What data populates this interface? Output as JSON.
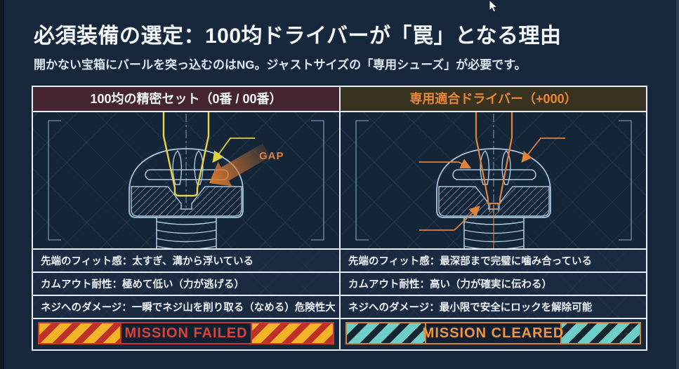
{
  "page": {
    "title": "必須装備の選定：100均ドライバーが「罠」となる理由",
    "subtitle": "開かない宝箱にバールを突っ込むのはNG。ジャストサイズの「専用シューズ」が必要です。"
  },
  "table": {
    "left": {
      "header": "100均の精密セット（0番 / 00番）",
      "gap_label": "GAP",
      "rows": [
        "先端のフィット感：太すぎ、溝から浮いている",
        "カムアウト耐性：極めて低い（力が逃げる）",
        "ネジへのダメージ：一瞬でネジ山を削り取る（なめる）危険性大"
      ],
      "banner": "MISSION FAILED"
    },
    "right": {
      "header": "専用適合ドライバー（+000）",
      "rows": [
        "先端のフィット感：最深部まで完璧に噛み合っている",
        "カムアウト耐性：高い（力が確実に伝わる）",
        "ネジへのダメージ：最小限で安全にロックを解除可能"
      ],
      "banner": "MISSION CLEARED"
    }
  },
  "colors": {
    "background": "#16273b",
    "left_header_bg": "#44252d",
    "right_header_bg": "#383321",
    "right_header_text": "#e8873a",
    "blueprint_line": "#a9c7de",
    "cheap_driver_yellow": "#e8d24a",
    "pro_driver_orange": "#e08338",
    "failed_red": "#c8382c",
    "hazard_yellow": "#f2b327",
    "cleared_teal": "#6ecfc8",
    "cleared_border_orange": "#d3813d"
  }
}
